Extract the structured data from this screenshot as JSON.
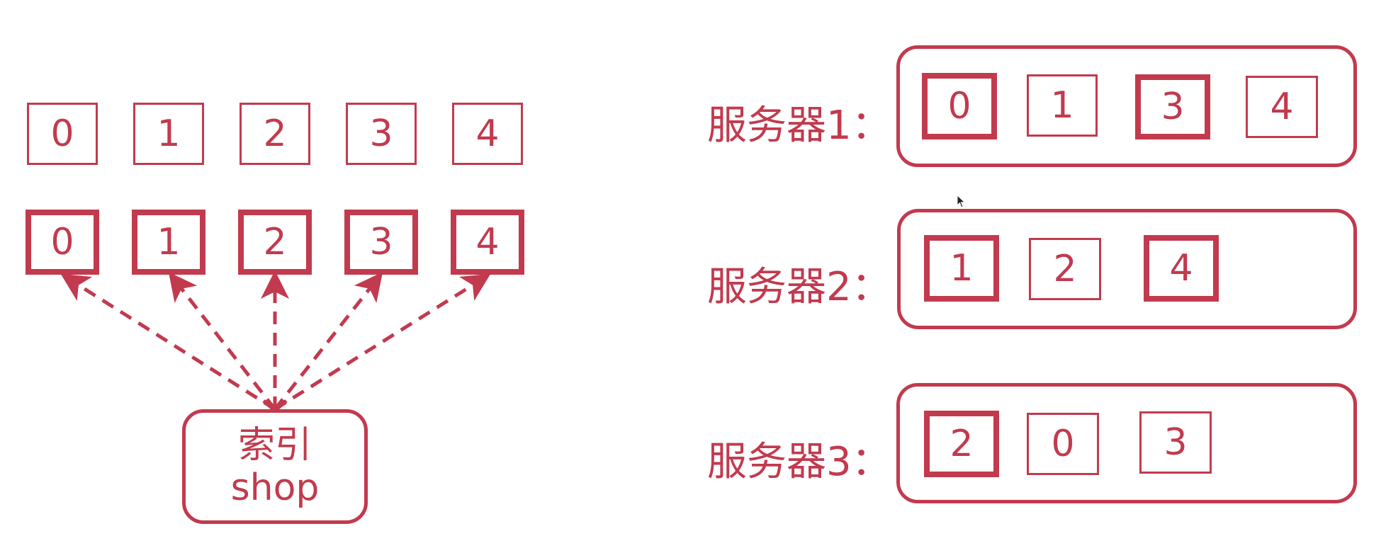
{
  "left": {
    "top_row": [
      "0",
      "1",
      "2",
      "3",
      "4"
    ],
    "bottom_row": [
      "0",
      "1",
      "2",
      "3",
      "4"
    ],
    "index": {
      "line1": "索引",
      "line2": "shop"
    }
  },
  "servers": [
    {
      "label": "服务器1：",
      "shards": [
        {
          "id": "0",
          "primary": true
        },
        {
          "id": "1",
          "primary": false
        },
        {
          "id": "3",
          "primary": true
        },
        {
          "id": "4",
          "primary": false
        }
      ]
    },
    {
      "label": "服务器2：",
      "shards": [
        {
          "id": "1",
          "primary": true
        },
        {
          "id": "2",
          "primary": false
        },
        {
          "id": "4",
          "primary": true
        }
      ]
    },
    {
      "label": "服务器3：",
      "shards": [
        {
          "id": "2",
          "primary": true
        },
        {
          "id": "0",
          "primary": false
        },
        {
          "id": "3",
          "primary": false
        }
      ]
    }
  ],
  "colors": {
    "accent": "#c23a4e"
  }
}
